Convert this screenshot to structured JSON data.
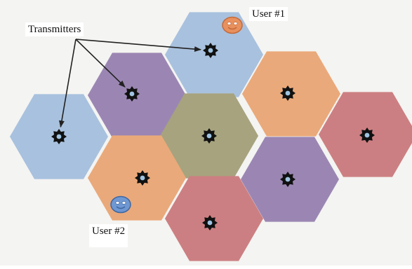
{
  "labels": {
    "transmitters": "Transmitters",
    "user1": "User #1",
    "user2": "User #2"
  },
  "colors": {
    "background": "#f4f4f2",
    "arrow": "#222222",
    "gear": "#111111",
    "gear_center": "#9fc3e0"
  },
  "cells": [
    {
      "id": "top",
      "color": "#a8c1de",
      "transmitter": true
    },
    {
      "id": "upper-left",
      "color": "#9b86b3",
      "transmitter": true
    },
    {
      "id": "far-left",
      "color": "#a8c1de",
      "transmitter": true
    },
    {
      "id": "center",
      "color": "#a7a37e",
      "transmitter": true
    },
    {
      "id": "upper-right",
      "color": "#eaa97a",
      "transmitter": true
    },
    {
      "id": "far-right",
      "color": "#cc7f82",
      "transmitter": true
    },
    {
      "id": "lower-left",
      "color": "#eaa97a",
      "transmitter": true
    },
    {
      "id": "lower-right",
      "color": "#9b86b3",
      "transmitter": true
    },
    {
      "id": "bottom",
      "color": "#cc7f82",
      "transmitter": true
    }
  ],
  "users": [
    {
      "id": "user1",
      "color": "#e8915e",
      "stroke": "#c46a3a"
    },
    {
      "id": "user2",
      "color": "#6f98d2",
      "stroke": "#3f66a0"
    }
  ],
  "arrows": [
    {
      "from": "transmitters-label",
      "to": "top"
    },
    {
      "from": "transmitters-label",
      "to": "upper-left"
    },
    {
      "from": "transmitters-label",
      "to": "far-left"
    }
  ]
}
